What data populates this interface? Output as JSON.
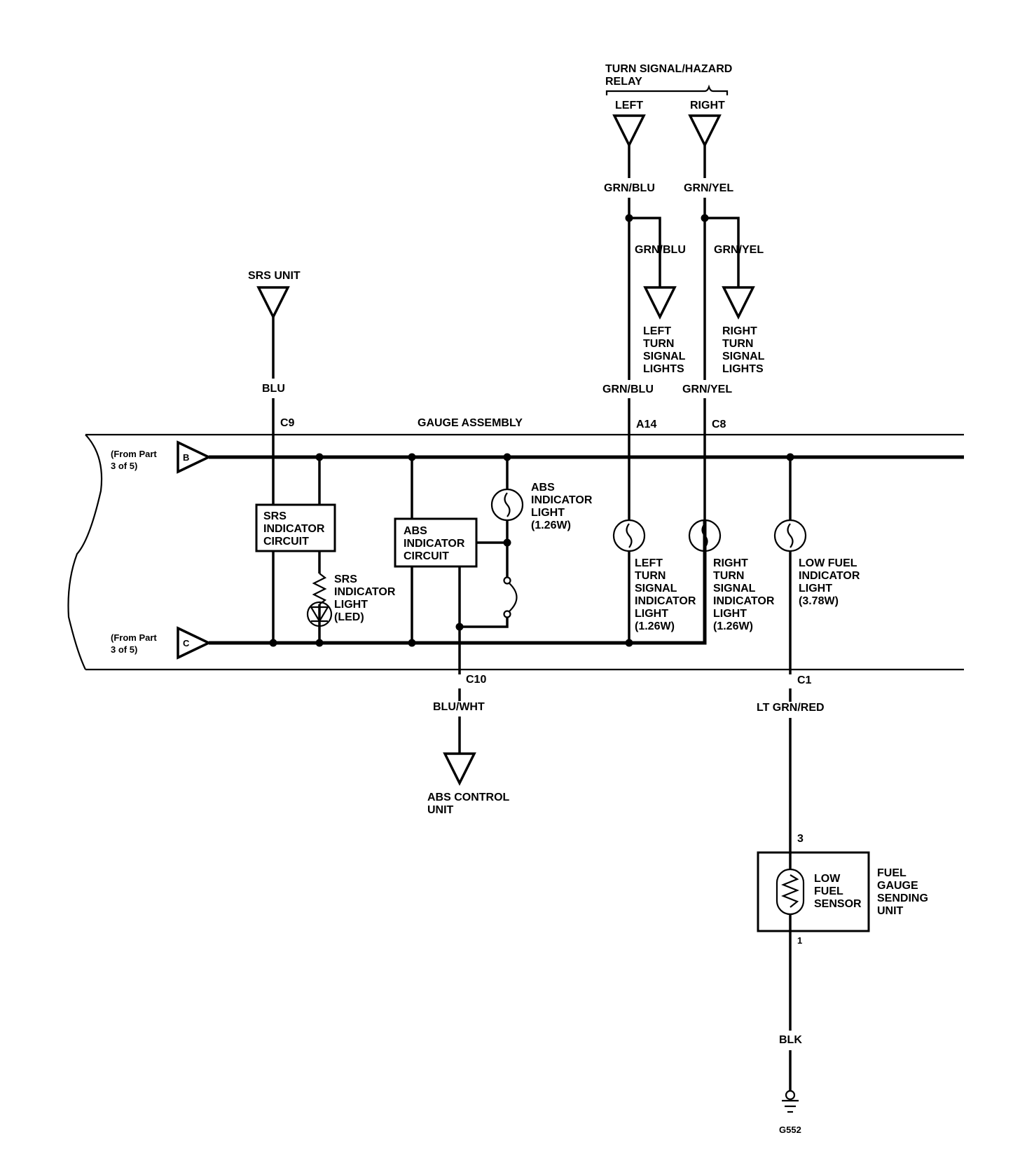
{
  "relay": {
    "title_line1": "TURN SIGNAL/HAZARD",
    "title_line2": "RELAY",
    "left": "LEFT",
    "right": "RIGHT"
  },
  "wires": {
    "grn_blu": "GRN/BLU",
    "grn_yel": "GRN/YEL",
    "blu": "BLU",
    "blu_wht": "BLU/WHT",
    "lt_grn_red": "LT GRN/RED",
    "blk": "BLK"
  },
  "outputs": {
    "left_turn_lights": [
      "LEFT",
      "TURN",
      "SIGNAL",
      "LIGHTS"
    ],
    "right_turn_lights": [
      "RIGHT",
      "TURN",
      "SIGNAL",
      "LIGHTS"
    ],
    "srs_unit": "SRS UNIT",
    "abs_control_unit": [
      "ABS CONTROL",
      "UNIT"
    ]
  },
  "connectors": {
    "c9": "C9",
    "a14": "A14",
    "c8": "C8",
    "c10": "C10",
    "c1": "C1",
    "pin3": "3",
    "pin1": "1"
  },
  "assembly": {
    "title": "GAUGE ASSEMBLY",
    "from_part_b": [
      "(From Part",
      "3 of 5)"
    ],
    "from_part_c": [
      "(From Part",
      "3 of 5)"
    ],
    "tag_b": "B",
    "tag_c": "C"
  },
  "components": {
    "srs_circuit": [
      "SRS",
      "INDICATOR",
      "CIRCUIT"
    ],
    "srs_light": [
      "SRS",
      "INDICATOR",
      "LIGHT",
      "(LED)"
    ],
    "abs_circuit": [
      "ABS",
      "INDICATOR",
      "CIRCUIT"
    ],
    "abs_light": [
      "ABS",
      "INDICATOR",
      "LIGHT",
      "(1.26W)"
    ],
    "left_turn_indicator": [
      "LEFT",
      "TURN",
      "SIGNAL",
      "INDICATOR",
      "LIGHT",
      "(1.26W)"
    ],
    "right_turn_indicator": [
      "RIGHT",
      "TURN",
      "SIGNAL",
      "INDICATOR",
      "LIGHT",
      "(1.26W)"
    ],
    "low_fuel_indicator": [
      "LOW FUEL",
      "INDICATOR",
      "LIGHT",
      "(3.78W)"
    ],
    "low_fuel_sensor": [
      "LOW",
      "FUEL",
      "SENSOR"
    ],
    "fuel_gauge_unit": [
      "FUEL",
      "GAUGE",
      "SENDING",
      "UNIT"
    ]
  },
  "ground": {
    "label": "G552"
  }
}
